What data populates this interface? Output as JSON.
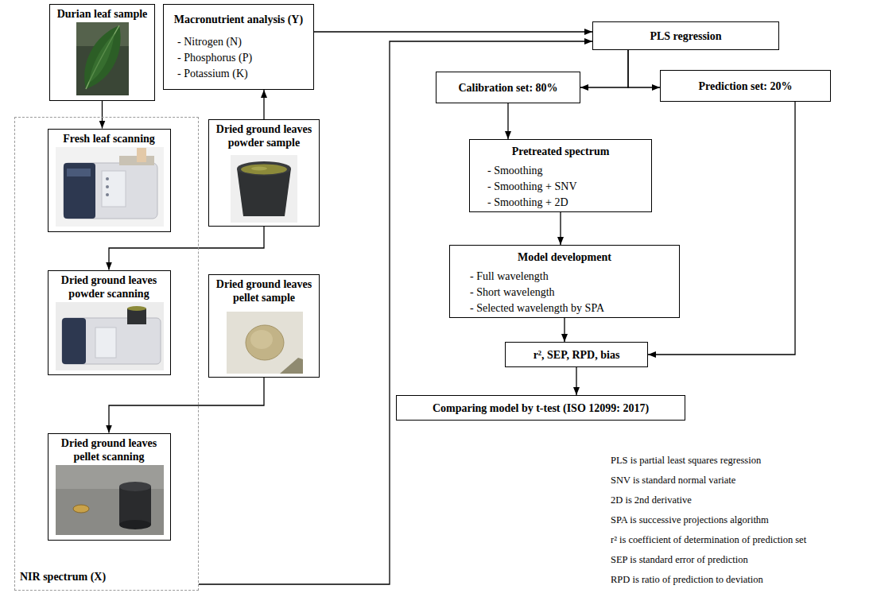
{
  "diagram": {
    "nodes": [
      {
        "text": [
          "Durian leaf sample"
        ]
      },
      {
        "text": [
          "Macronutrient analysis (Y)",
          "- Nitrogen (N)",
          "- Phosphorus (P)",
          "- Potassium (K)"
        ]
      },
      {
        "text": [
          "PLS regression"
        ]
      },
      {
        "text": [
          "Calibration set: 80%"
        ]
      },
      {
        "text": [
          "Prediction set: 20%"
        ]
      },
      {
        "text": [
          "NIR spectrum (X)"
        ]
      },
      {
        "text": [
          "Fresh leaf scanning"
        ],
        "in": 5
      },
      {
        "text": [
          "Dried ground leaves powder sample"
        ]
      },
      {
        "text": [
          "Pretreated spectrum",
          "- Smoothing",
          "- Smoothing + SNV",
          "- Smoothing + 2D"
        ]
      },
      {
        "text": [
          "Dried ground leaves powder scanning"
        ],
        "in": 5
      },
      {
        "text": [
          "Dried ground leaves pellet sample"
        ]
      },
      {
        "text": [
          "Model development",
          "- Full wavelength",
          "- Short wavelength",
          "- Selected wavelength by SPA"
        ]
      },
      {
        "text": [
          "Dried ground leaves pellet scanning"
        ],
        "in": 5
      },
      {
        "text": [
          "r², SEP, RPD, bias"
        ]
      },
      {
        "text": [
          "Comparing model by t-test (ISO 12099: 2017)"
        ]
      }
    ],
    "edges": [
      {
        "from": 0,
        "to": 6,
        "arrow": "to"
      },
      {
        "from": 7,
        "to": 1,
        "arrow": "to"
      },
      {
        "from": 7,
        "to": 9,
        "arrow": "to"
      },
      {
        "from": 10,
        "to": 12,
        "arrow": "to"
      },
      {
        "from": 1,
        "to": 2,
        "arrow": "to"
      },
      {
        "from": 5,
        "to": 2,
        "arrow": "to"
      },
      {
        "from": 2,
        "to": 3,
        "arrow": "to"
      },
      {
        "from": 2,
        "to": 4,
        "arrow": "to"
      },
      {
        "from": 3,
        "to": 8,
        "arrow": "to"
      },
      {
        "from": 8,
        "to": 11,
        "arrow": "to"
      },
      {
        "from": 11,
        "to": 13,
        "arrow": "to"
      },
      {
        "from": 4,
        "to": 13,
        "arrow": "to"
      },
      {
        "from": 13,
        "to": 14,
        "arrow": "to"
      }
    ],
    "labels": [
      "PLS is partial least squares regression",
      "SNV is standard normal variate",
      "2D is 2nd derivative",
      "SPA is successive projections algorithm",
      "r² is coefficient of determination of prediction set",
      "SEP is standard error of prediction",
      "RPD is ratio of prediction to deviation"
    ]
  }
}
